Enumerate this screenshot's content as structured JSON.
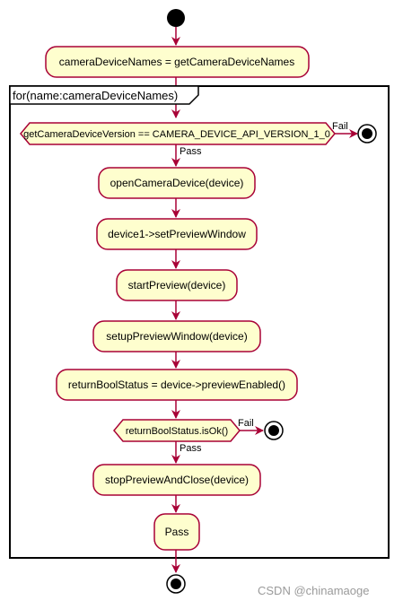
{
  "loop_label": "for(name:cameraDeviceNames)",
  "steps": {
    "init": "cameraDeviceNames = getCameraDeviceNames",
    "open": "openCameraDevice(device)",
    "set_window": "device1->setPreviewWindow",
    "start": "startPreview(device)",
    "setup": "setupPreviewWindow(device)",
    "status": "returnBoolStatus = device->previewEnabled()",
    "stop": "stopPreviewAndClose(device)",
    "pass_box": "Pass"
  },
  "decisions": {
    "version_check": "getCameraDeviceVersion == CAMERA_DEVICE_API_VERSION_1_0",
    "status_check": "returnBoolStatus.isOk()"
  },
  "branch_labels": {
    "fail_1": "Fail",
    "pass_1": "Pass",
    "fail_2": "Fail",
    "pass_2": "Pass"
  },
  "watermark": "CSDN @chinamaoge",
  "colors": {
    "node_fill": "#FEFECE",
    "arrow": "#A80036",
    "border": "#A80036",
    "frame": "#000000"
  }
}
